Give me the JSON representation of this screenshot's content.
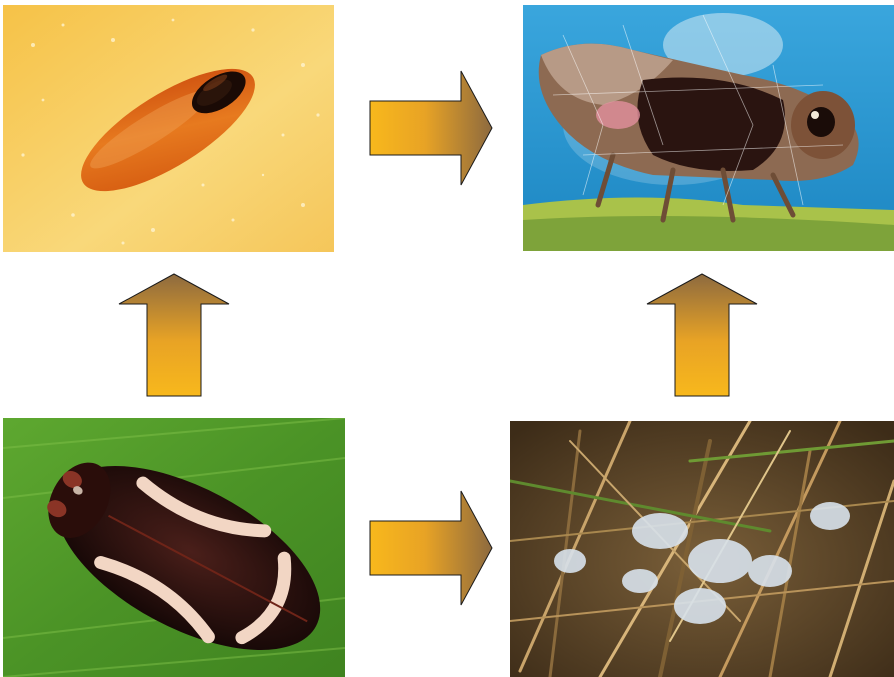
{
  "figure": {
    "stages": [
      {
        "id": "egg",
        "icon": "spittlebug-egg-photo"
      },
      {
        "id": "nymph",
        "icon": "spittlebug-nymph-photo"
      },
      {
        "id": "spittle",
        "icon": "spittle-mass-in-grass-photo"
      },
      {
        "id": "adult",
        "icon": "adult-spittlebug-photo"
      }
    ],
    "arrows": [
      {
        "from": "egg",
        "to": "nymph",
        "direction": "right"
      },
      {
        "from": "spittle",
        "to": "nymph",
        "direction": "up"
      },
      {
        "from": "adult",
        "to": "spittle",
        "direction": "right"
      },
      {
        "from": "adult",
        "to": "egg",
        "direction": "up"
      }
    ],
    "colors": {
      "arrow_light": "#f6b51e",
      "arrow_dark": "#9a6d36",
      "arrow_outline": "#1a1a1a",
      "egg_background": "#f8cf63",
      "nymph_background": "#2c9bd4",
      "adult_background": "#4f9a2a",
      "spittle_background": "#6b5230"
    }
  }
}
